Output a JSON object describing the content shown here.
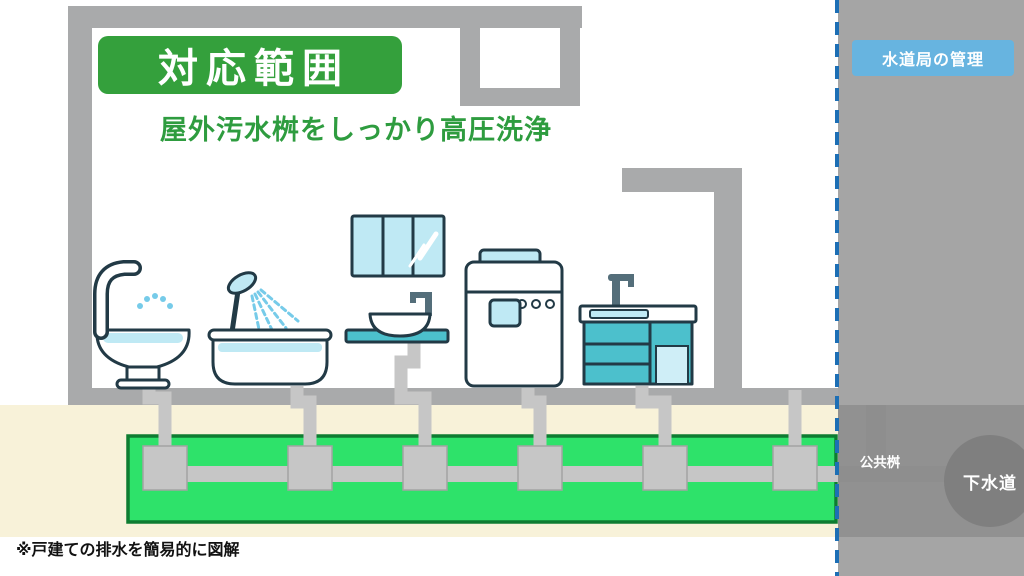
{
  "texts": {
    "title_badge": "対応範囲",
    "subtitle": "屋外汚水桝をしっかり高圧洗浄",
    "management_badge": "水道局の管理",
    "public_pit": "公共桝",
    "sewer": "下水道",
    "footnote": "※戸建ての排水を簡易的に図解"
  },
  "colors": {
    "badge_green": "#34a03c",
    "text_green": "#2e9c3f",
    "badge_blue": "#67b4e0",
    "highlight_fill": "#2ee26a",
    "highlight_border": "#0e7c31",
    "ground": "#f8f2d9",
    "house_gray": "#a9aaab",
    "pipe_gray": "#c6c6c6",
    "right_pipe": "#8e8e8e",
    "right_panel": "#a5a5a5",
    "right_band": "#919191",
    "sewer_circle": "#7f7f7f",
    "boundary_blue": "#1d6fb5",
    "fixture_outline": "#223a46",
    "water_blue": "#bfe9f4",
    "water_spray": "#76cbe9",
    "teal": "#4cc0cc"
  },
  "fixtures": [
    "toilet",
    "bathtub-shower",
    "washbasin-with-mirror",
    "washing-machine",
    "kitchen-sink"
  ],
  "diagram": {
    "drain_pits_count": 6
  }
}
